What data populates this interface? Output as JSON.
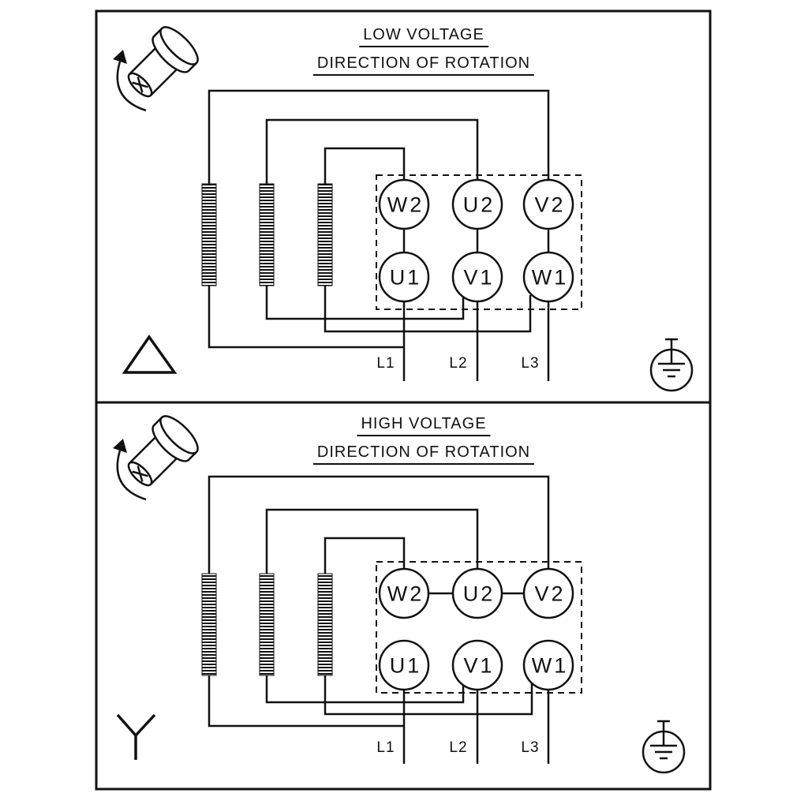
{
  "panels": {
    "low": {
      "title": "LOW VOLTAGE",
      "subtitle": "DIRECTION OF ROTATION",
      "connection_symbol": "delta",
      "terminals_top": [
        "W2",
        "U2",
        "V2"
      ],
      "terminals_bottom": [
        "U1",
        "V1",
        "W1"
      ],
      "leads": [
        "L1",
        "L2",
        "L3"
      ]
    },
    "high": {
      "title": "HIGH VOLTAGE",
      "subtitle": "DIRECTION OF ROTATION",
      "connection_symbol": "star",
      "terminals_top": [
        "W2",
        "U2",
        "V2"
      ],
      "terminals_bottom": [
        "U1",
        "V1",
        "W1"
      ],
      "leads": [
        "L1",
        "L2",
        "L3"
      ]
    }
  },
  "icons": {
    "shaft": "motor-shaft-rotation-icon",
    "ground": "earth-ground-icon",
    "delta": "delta-connection-icon",
    "star": "star-connection-icon"
  },
  "colors": {
    "line": "#111111",
    "background": "#ffffff"
  }
}
